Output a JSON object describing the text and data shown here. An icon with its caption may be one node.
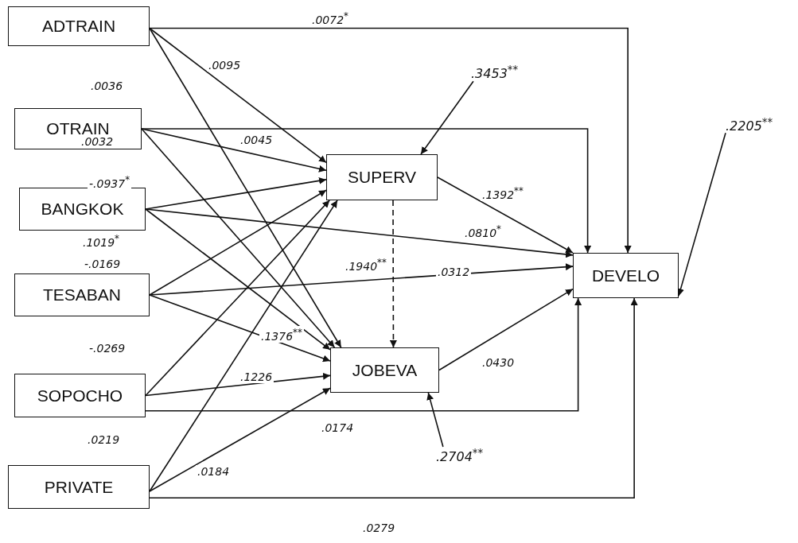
{
  "diagram": {
    "nodes": [
      {
        "text": [
          "ADTRAIN"
        ]
      },
      {
        "text": [
          "OTRAIN"
        ]
      },
      {
        "text": [
          "BANGKOK"
        ]
      },
      {
        "text": [
          "TESABAN"
        ]
      },
      {
        "text": [
          "SOPOCHO"
        ]
      },
      {
        "text": [
          "PRIVATE"
        ]
      },
      {
        "text": [
          "SUPERV"
        ]
      },
      {
        "text": [
          "JOBEVA"
        ]
      },
      {
        "text": [
          "DEVELO"
        ]
      },
      {
        "text": [
          ".3453$^{**}$"
        ]
      },
      {
        "text": [
          ".2205$^{**}$"
        ]
      },
      {
        "text": [
          ".2704$^{**}$"
        ]
      }
    ],
    "edges": [
      {
        "from": 0,
        "to": 8,
        "arrow": "to",
        "label": ".0072$^{*}$"
      },
      {
        "from": 0,
        "to": 6,
        "arrow": "to",
        "label": ".0095"
      },
      {
        "from": 0,
        "to": 7,
        "arrow": "to",
        "label": ".0036"
      },
      {
        "from": 1,
        "to": 8,
        "arrow": "to"
      },
      {
        "from": 1,
        "to": 6,
        "arrow": "to",
        "label": ".0045"
      },
      {
        "from": 1,
        "to": 7,
        "arrow": "to",
        "label": ".0032"
      },
      {
        "from": 2,
        "to": 6,
        "arrow": "to",
        "label": "-.0937$^{*}$"
      },
      {
        "from": 2,
        "to": 8,
        "arrow": "to",
        "label": ".0810$^{*}$"
      },
      {
        "from": 2,
        "to": 7,
        "arrow": "to",
        "label": ".1019$^{*}$"
      },
      {
        "from": 3,
        "to": 6,
        "arrow": "to",
        "label": "-.0169"
      },
      {
        "from": 3,
        "to": 8,
        "arrow": "to",
        "label": ".0312"
      },
      {
        "from": 3,
        "to": 7,
        "arrow": "to",
        "label": ".1376$^{**}$"
      },
      {
        "from": 4,
        "to": 6,
        "arrow": "to",
        "label": "-.0269"
      },
      {
        "from": 4,
        "to": 7,
        "arrow": "to",
        "label": ".1226"
      },
      {
        "from": 4,
        "to": 8,
        "arrow": "to",
        "label": ".0174"
      },
      {
        "from": 5,
        "to": 6,
        "arrow": "to",
        "label": ".0219"
      },
      {
        "from": 5,
        "to": 7,
        "arrow": "to",
        "label": ".0184"
      },
      {
        "from": 5,
        "to": 8,
        "arrow": "to",
        "label": ".0279"
      },
      {
        "from": 6,
        "to": 8,
        "arrow": "to",
        "label": ".1392$^{**}$"
      },
      {
        "from": 6,
        "to": 7,
        "arrow": "to",
        "label": ".1940$^{**}$",
        "style": "dashed"
      },
      {
        "from": 7,
        "to": 8,
        "arrow": "to",
        "label": ".0430"
      },
      {
        "from": 9,
        "to": 6,
        "arrow": "to"
      },
      {
        "from": 10,
        "to": 8,
        "arrow": "to"
      },
      {
        "from": 11,
        "to": 7,
        "arrow": "to"
      }
    ]
  }
}
